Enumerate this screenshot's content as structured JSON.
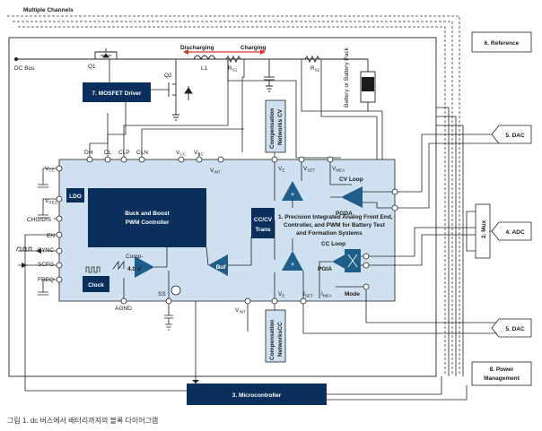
{
  "header": {
    "channels_label": "Multiple Channels"
  },
  "left": {
    "dc_bus": "DC Bus",
    "pins": [
      "V",
      "V",
      "CHG/DIS",
      "EN",
      "SYNC",
      "SCFG",
      "FREQ"
    ],
    "pin_subs": [
      "CC",
      "REG"
    ]
  },
  "power": {
    "q1": "Q1",
    "q2": "Q2",
    "l1": "L1",
    "rs1_base": "R",
    "rs1_sub": "S1",
    "rs2_base": "R",
    "rs2_sub": "S2",
    "discharging": "Discharging",
    "charging": "Charging",
    "battery_label": "Battery or Battery Pack",
    "mosfet_driver": "7. MOSFET Driver"
  },
  "ic": {
    "top_pins": [
      "DH",
      "DL",
      "CLP",
      "CLN",
      "V",
      "V",
      "V"
    ],
    "top_pin_subs": [
      "CC",
      "CC",
      "INT"
    ],
    "ldo": "LDO",
    "buck_boost": [
      "Buck and Boost",
      "PWM Controller"
    ],
    "clock": "Clock",
    "comp": "Comp-",
    "vref": "4.0 V",
    "agnd": "AGND",
    "ss": "SS",
    "buf": "Buf",
    "cccv_trans": [
      "CC/CV",
      "Trans"
    ],
    "afe": [
      "1. Precision Integrated Analog Front End,",
      "Controller, and PWM for Battery Test",
      "and Formation Systems"
    ],
    "cv_loop": "CV Loop",
    "cc_loop": "CC Loop",
    "pgda": "PGDA",
    "pgia": "PGIA",
    "mode": "Mode",
    "ve": "V",
    "ve_sub": "E",
    "vset": "V",
    "vset_sub": "SET",
    "vmea": "V",
    "vmea_sub": "MEA",
    "iset": "I",
    "iset_sub": "SET",
    "imea": "I",
    "imea_sub": "MEA",
    "vint_bottom": "V",
    "vint_sub": "INT",
    "comp_cv": [
      "Compensation",
      "Networks CV"
    ],
    "comp_cc": [
      "Compensation",
      "NetworksCC"
    ]
  },
  "right": {
    "reference": "6. Reference",
    "dac_top": "5. DAC",
    "adc": "4. ADC",
    "dac_bottom": "5. DAC",
    "mux": "2. Mux",
    "power_mgmt": [
      "8. Power",
      "Management"
    ]
  },
  "bottom": {
    "microcontroller": "3. Microcontroller",
    "caption": "그림 1. dc 버스에서 배터리까지의 블록 다이어그램"
  },
  "colors": {
    "ic_fill": "#cfe1f0",
    "block_dark": "#0a2f5c",
    "amp": "#1f5d8a",
    "dir_arrow": "#d9342b",
    "comp_fill": "#cfe1f0",
    "line": "#1a1a1a"
  }
}
